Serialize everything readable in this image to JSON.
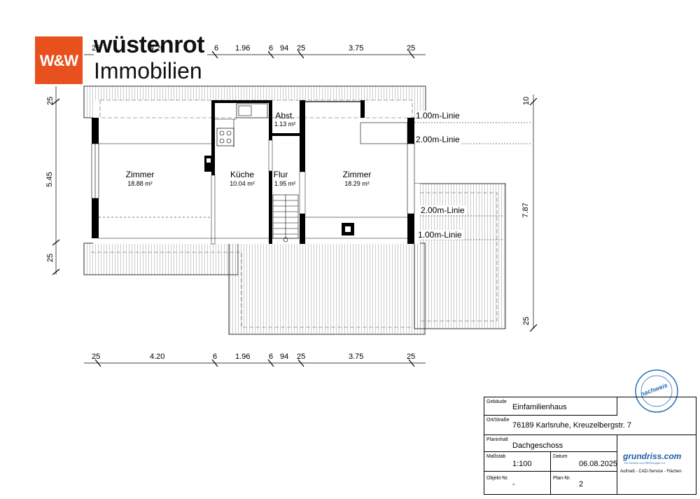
{
  "logo": {
    "mark": "W&W",
    "line1": "wüstenrot",
    "line2": "Immobilien",
    "color": "#e8501e"
  },
  "rooms": [
    {
      "name": "Zimmer",
      "area": "18.88 m²"
    },
    {
      "name": "Küche",
      "area": "10.04 m²"
    },
    {
      "name": "Abst.",
      "area": "1.13 m²"
    },
    {
      "name": "Flur",
      "area": "1.95 m²"
    },
    {
      "name": "Zimmer",
      "area": "18.29 m²"
    }
  ],
  "height_lines": {
    "l1_top": "1.00m-Linie",
    "l2_top": "2.00m-Linie",
    "l2_bottom": "2.00m-Linie",
    "l1_bottom": "1.00m-Linie"
  },
  "dims_top": [
    "25",
    "4.20",
    "6",
    "1.96",
    "6",
    "94",
    "25",
    "3.75",
    "25"
  ],
  "dims_bottom": [
    "25",
    "4.20",
    "6",
    "1.96",
    "6",
    "94",
    "25",
    "3.75",
    "25"
  ],
  "dims_left": [
    "25",
    "5.45",
    "25"
  ],
  "dims_right": [
    "10",
    "7.87",
    "25"
  ],
  "titleblock": {
    "gebaeude_label": "Gebäude",
    "gebaeude": "Einfamilienhaus",
    "ort_label": "Ort/Straße",
    "ort": "76189 Karlsruhe, Kreuzelbergstr. 7",
    "planinhalt_label": "Planinhalt",
    "planinhalt": "Dachgeschoss",
    "massstab_label": "Maßstab",
    "massstab": "1:100",
    "datum_label": "Datum",
    "datum": "06.08.2025",
    "objekt_label": "Objekt-Nr.",
    "objekt": "-",
    "plan_label": "Plan-Nr.",
    "plan": "2",
    "company": "grundriss.com",
    "company_sub": "Ein Service von PBS/Gruppe e.V.",
    "services": "Aufmaß - CAD-Service - Flächen",
    "stamp": "nachweis"
  }
}
